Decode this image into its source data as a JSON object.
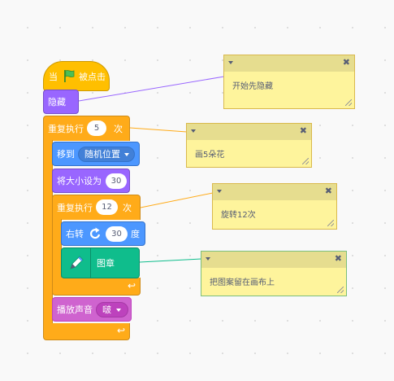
{
  "script": {
    "hat": {
      "prefix": "当",
      "suffix": "被点击"
    },
    "hide": {
      "label": "隐藏"
    },
    "repeat_outer": {
      "label": "重复执行",
      "count": "5",
      "unit": "次"
    },
    "goto": {
      "label": "移到",
      "target": "随机位置"
    },
    "set_size": {
      "label": "将大小设为",
      "value": "30"
    },
    "repeat_inner": {
      "label": "重复执行",
      "count": "12",
      "unit": "次"
    },
    "turn_right": {
      "label": "右转",
      "value": "30",
      "unit": "度"
    },
    "stamp": {
      "label": "图章"
    },
    "play_sound": {
      "label": "播放声音",
      "sound": "啵"
    }
  },
  "comments": [
    {
      "text": "开始先隐藏"
    },
    {
      "text": "画5朵花"
    },
    {
      "text": "旋转12次"
    },
    {
      "text": "把图案留在画布上"
    }
  ],
  "colors": {
    "events": "#ffbf00",
    "looks": "#9966ff",
    "control": "#ffab19",
    "motion": "#4c97ff",
    "sound": "#cf63cf",
    "pen": "#0fbd8c",
    "comment": "#fef49c"
  }
}
